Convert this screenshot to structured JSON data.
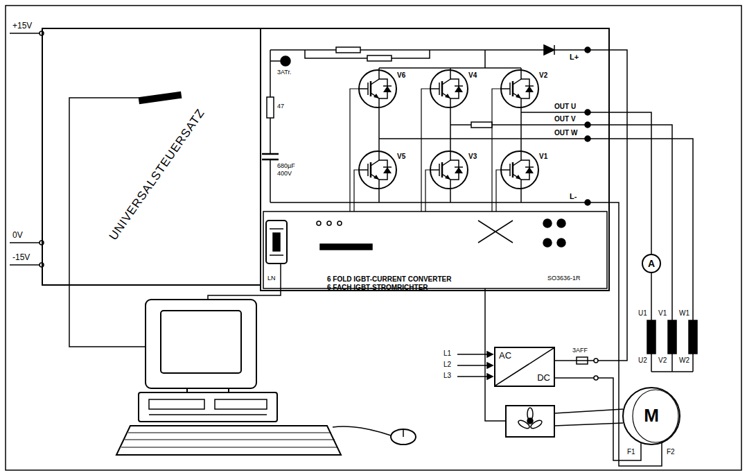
{
  "diagram": {
    "nodes": [
      {
        "text": [
          "UNIVERSALSTEUERSATZ"
        ]
      },
      {
        "text": [
          "6 FOLD IGBT-CURRENT CONVERTER",
          "6 FACH IGBT-STROMRICHTER"
        ]
      },
      {
        "text": [
          "AC",
          "DC"
        ]
      },
      {
        "text": [
          "A"
        ]
      },
      {
        "text": [
          "M"
        ]
      }
    ],
    "edges": [
      {
        "from": 2,
        "to": 1,
        "arrow": "none"
      },
      {
        "from": 1,
        "to": 3,
        "arrow": "none"
      },
      {
        "from": 2,
        "to": 4,
        "arrow": "none"
      }
    ],
    "labels": [
      "+15V",
      "0V",
      "-15V",
      "3ATr.",
      "47",
      "680µF",
      "400V",
      "V6",
      "V4",
      "V2",
      "V5",
      "V3",
      "V1",
      "L+",
      "OUT U",
      "OUT V",
      "OUT W",
      "L-",
      "LN",
      "SO3636-1R",
      "L1",
      "L2",
      "L3",
      "3AFF",
      "U1",
      "V1",
      "W1",
      "U2",
      "V2",
      "W2",
      "F1",
      "F2"
    ]
  }
}
